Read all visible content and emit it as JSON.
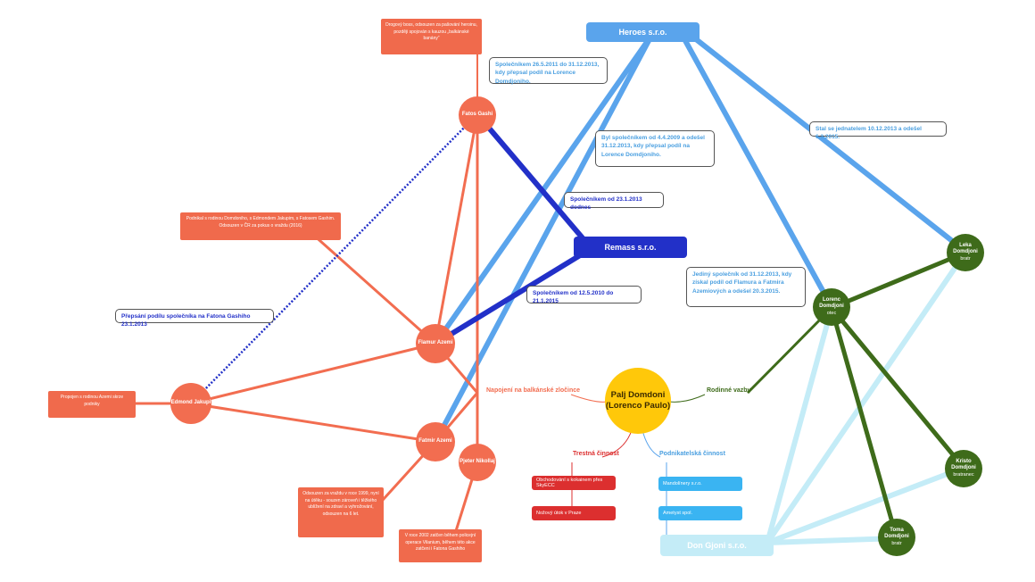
{
  "center": {
    "name": "Palj Domdoni",
    "alias": "(Lorenco Paulo)"
  },
  "branches": {
    "balkan": "Napojení na balkánské zločince",
    "family": "Rodinné vazby",
    "criminal": "Trestná činnost",
    "business": "Podnikatelská činnost"
  },
  "criminal_items": [
    "Obchodování s kokainem přes SkyECC",
    "Nožový útok v Praze"
  ],
  "business_items": [
    "Mandolínery s.r.o.",
    "Ametyst spol."
  ],
  "companies": {
    "heroes": "Heroes s.r.o.",
    "remass": "Remass s.r.o.",
    "don_gjoni": "Don Gjoni s.r.o."
  },
  "people": {
    "fatos": {
      "name": "Fatos Gashi"
    },
    "flamur": {
      "name": "Flamur Azemi"
    },
    "fatmir": {
      "name": "Fatmir Azemi"
    },
    "edmond": {
      "name": "Edmond Jakupi"
    },
    "pjeter": {
      "name": "Pjeter Nikollaj"
    },
    "lorenc": {
      "name": "Lorenc Domdjoni",
      "role": "otec"
    },
    "leka": {
      "name": "Leka Domdjoni",
      "role": "bratr"
    },
    "kristo": {
      "name": "Kristo Domdjoni",
      "role": "bratranec"
    },
    "toma": {
      "name": "Toma Domdjoni",
      "role": "bratr"
    }
  },
  "notes": {
    "fatos_note": "Drogový boss, odsouzen za pašování heroinu, později spojován s kauzou „balkánské banány“",
    "flamur_note": "Podnikal s rodinou Domdoniho, s Edmondem Jakupim, s Fatosem Gashim. Odsouzen v ČR za pokus o vraždu (2016)",
    "edmond_note": "Propojen s rodinou Azemi skrze podniky",
    "fatmir_note": "Odsouzen za vraždu v roce 1999, nyní na útěku - souzen zároveň i těžkého ublížení na zdraví a vyhrožování, odsouzen na 6 let.",
    "pjeter_note": "V roce 2002 zatčen během policejní operace Vilanium, během této akce zatčeni i Fatona Gashiho"
  },
  "bubbles": {
    "b1": "Společníkem 26.5.2011 do 31.12.2013, kdy přepsal podíl na Lorence Domdjoniho.",
    "b2": "Byl společníkem od 4.4.2009 a odešel 31.12.2013, kdy přepsal podíl na Lorence Domdjoniho.",
    "b3": "Stal se jednatelem 10.12.2013 a odešel 6.3.2015.",
    "b4": "Společníkem od 23.1.2013 dodnes",
    "b5": "Společníkem od 12.5.2010 do 21.1.2015",
    "b6": "Jediný společník od 31.12.2013, kdy získal podíl od Flamura a Fatmira Azemiových a odešel 20.3.2015.",
    "b7": "Přepsání podílu společníka na Fatona Gashiho 23.1.2013"
  },
  "colors": {
    "orange": "#f26d50",
    "dark_blue": "#2230c8",
    "blue": "#5aa4ec",
    "light_blue": "#c4ecf7",
    "green": "#3e6b1a",
    "yellow": "#ffc80a",
    "red": "#dc2f2f"
  }
}
